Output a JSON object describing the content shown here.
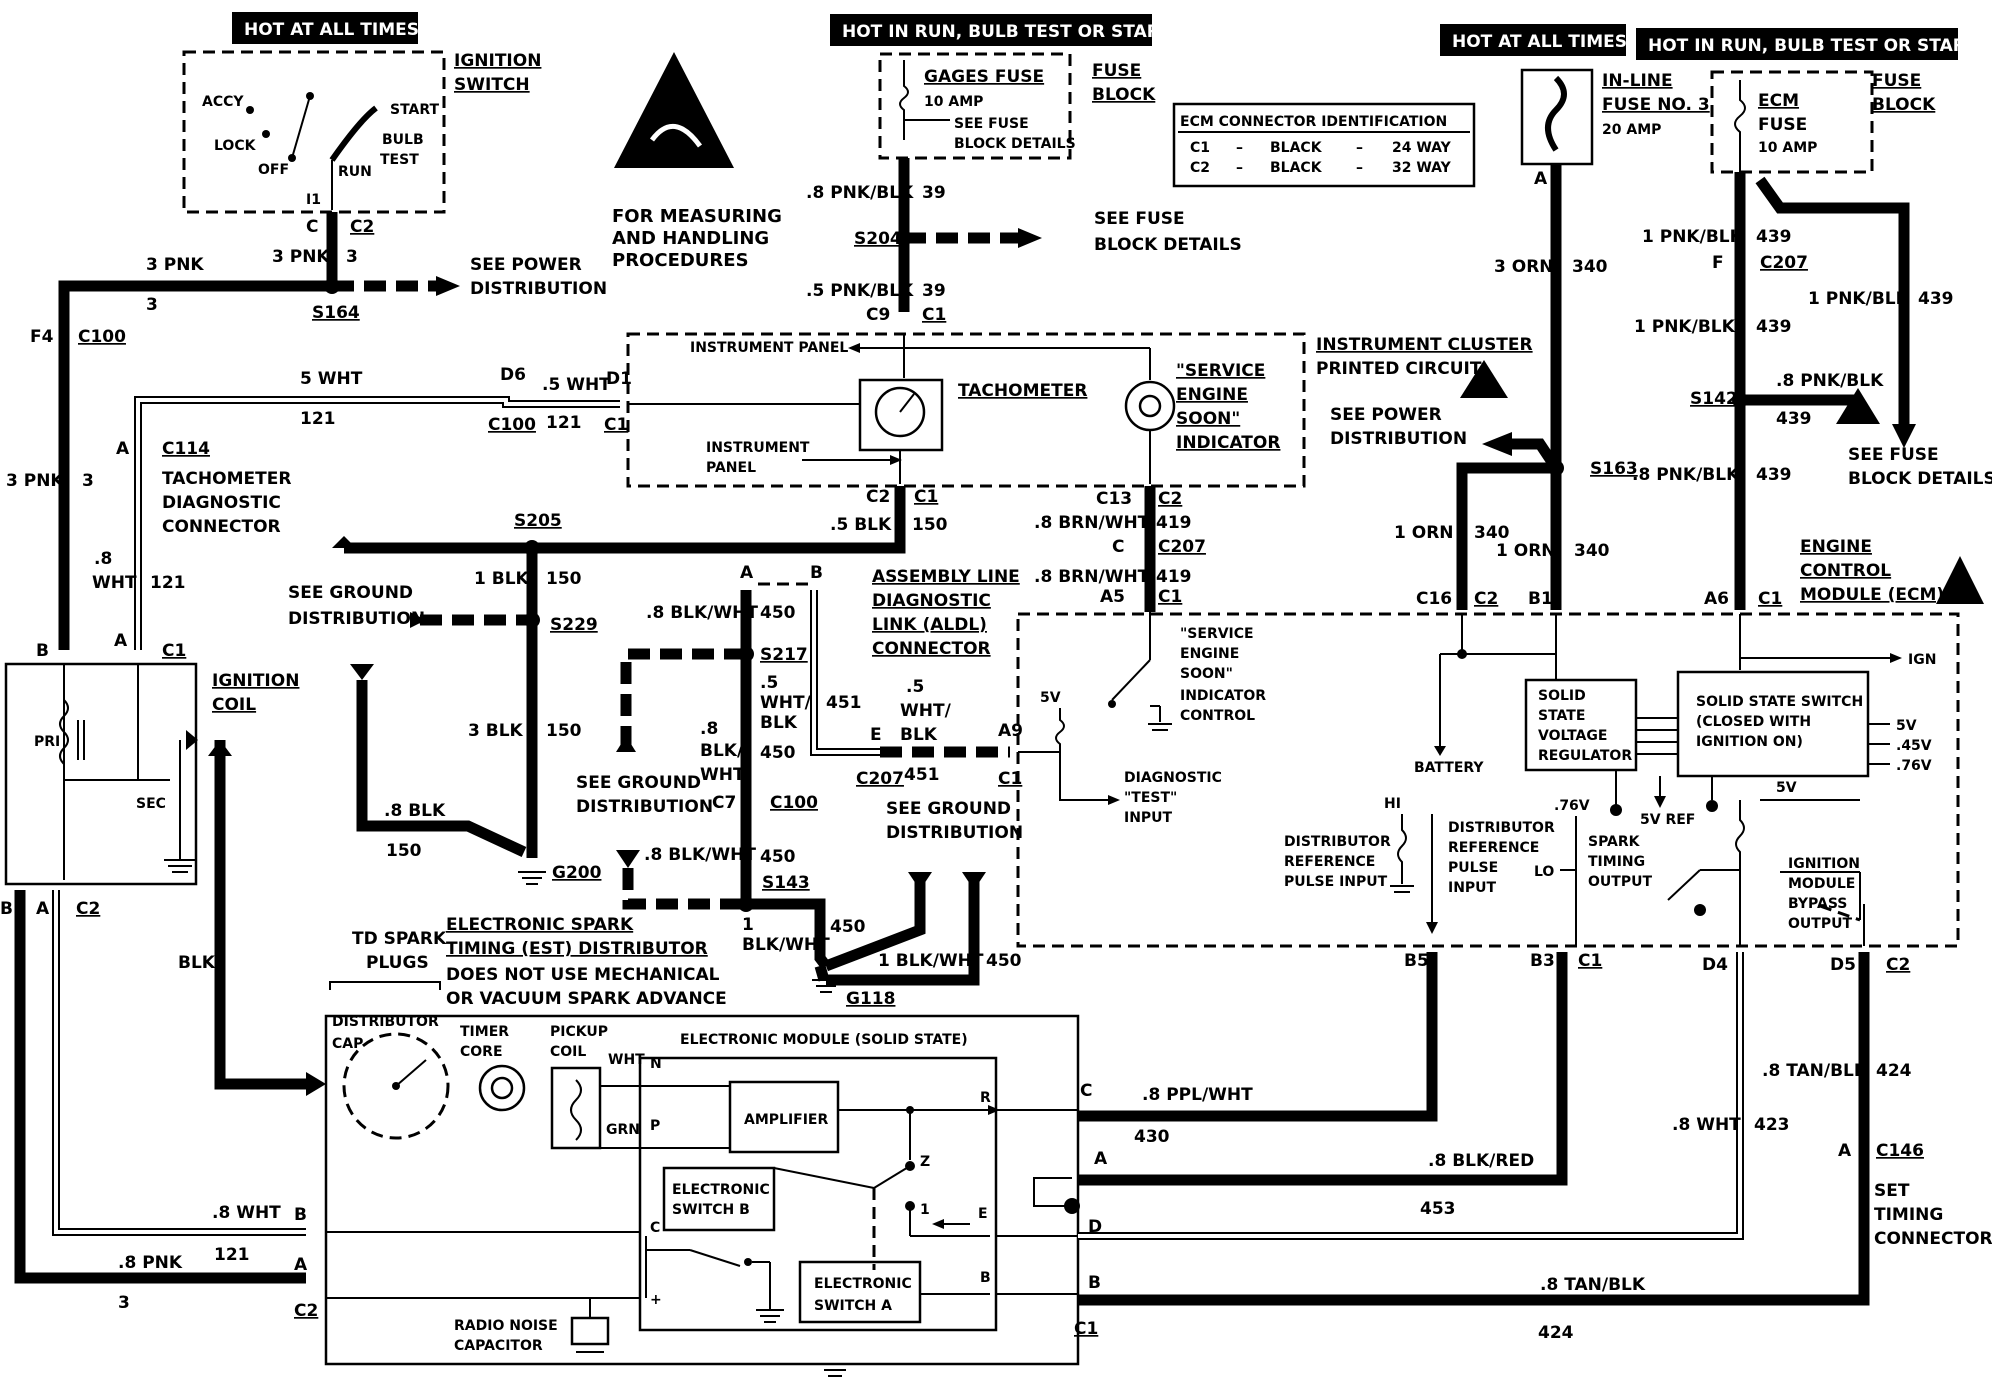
{
  "headers": {
    "hot_all_times_1": "HOT AT ALL TIMES",
    "hot_run_1": "HOT IN RUN, BULB TEST OR START",
    "hot_all_times_2": "HOT AT ALL TIMES",
    "hot_run_2": "HOT IN RUN, BULB TEST OR START"
  },
  "ignition_switch": {
    "title1": "IGNITION",
    "title2": "SWITCH",
    "accy": "ACCY",
    "lock": "LOCK",
    "off": "OFF",
    "run": "RUN",
    "start": "START",
    "bulb": "BULB",
    "test": "TEST",
    "terminal": "I1"
  },
  "esd_note": [
    "FOR MEASURING",
    "AND HANDLING",
    "PROCEDURES"
  ],
  "fuse_block_1": {
    "gages_fuse": "GAGES FUSE",
    "amp": "10 AMP",
    "see1": "SEE FUSE",
    "see2": "BLOCK DETAILS",
    "title1": "FUSE",
    "title2": "BLOCK"
  },
  "ecm_id": {
    "title": "ECM CONNECTOR IDENTIFICATION",
    "row1": [
      "C1",
      "–",
      "BLACK",
      "–",
      "24 WAY"
    ],
    "row2": [
      "C2",
      "–",
      "BLACK",
      "–",
      "32 WAY"
    ]
  },
  "inline_fuse": {
    "title1": "IN-LINE",
    "title2": "FUSE NO. 3",
    "amp": "20 AMP",
    "term": "A"
  },
  "fuse_block_2": {
    "ecm": "ECM",
    "fuse": "FUSE",
    "amp": "10 AMP",
    "title1": "FUSE",
    "title2": "BLOCK"
  },
  "power_left": {
    "c_label": "C",
    "c2": "C2",
    "w1": "3 PNK",
    "c3": "3",
    "w2": "3 PNK",
    "c4": "3",
    "s164": "S164",
    "see1": "SEE POWER",
    "see2": "DISTRIBUTION",
    "f4": "F4",
    "c100": "C100",
    "w3": "3 PNK",
    "c5": "3"
  },
  "tach_wire": {
    "w1": "5 WHT",
    "c1": "121",
    "d6": "D6",
    "c100": "C100",
    "w2": ".5 WHT",
    "c2": "121",
    "d1": "D1",
    "c1t": "C1",
    "a": "A",
    "c114": "C114",
    "tdc1": "TACHOMETER",
    "tdc2": "DIAGNOSTIC",
    "tdc3": "CONNECTOR",
    "w3": ".8",
    "w3b": "WHT",
    "c3": "121"
  },
  "gages_wire": {
    "w1": ".8 PNK/BLK",
    "c1": "39",
    "s204": "S204",
    "see1": "SEE FUSE",
    "see2": "BLOCK DETAILS",
    "w2": ".5 PNK/BLK",
    "c2": "39",
    "c9": "C9",
    "c1t": "C1"
  },
  "cluster": {
    "instrument_panel1": "INSTRUMENT PANEL",
    "instrument_panel2": "INSTRUMENT",
    "instrument_panel3": "PANEL",
    "tachometer": "TACHOMETER",
    "ses1": "\"SERVICE",
    "ses2": "ENGINE",
    "ses3": "SOON\"",
    "ses4": "INDICATOR",
    "ipc1": "INSTRUMENT CLUSTER",
    "ipc2": "PRINTED CIRCUIT",
    "c2": "C2",
    "c1": "C1",
    "c13": "C13",
    "c2b": "C2"
  },
  "ground_wires": {
    "w150a": ".5 BLK",
    "c150a": "150",
    "s205": "S205",
    "see_gd1": "SEE GROUND",
    "see_gd2": "DISTRIBUTION",
    "w150b": "1 BLK",
    "c150b": "150",
    "s229": "S229",
    "w150c": "3 BLK",
    "c150c": "150",
    "w150d": ".8 BLK",
    "c150d": "150",
    "g200": "G200"
  },
  "aldl": {
    "a": "A",
    "b": "B",
    "title1": "ASSEMBLY LINE",
    "title2": "DIAGNOSTIC",
    "title3": "LINK (ALDL)",
    "title4": "CONNECTOR",
    "w450a": ".8 BLK/WHT",
    "c450a": "450",
    "s217": "S217",
    "w451": ".5",
    "w451b": "WHT/",
    "w451c": "BLK",
    "c451": "451",
    "w450b": ".8",
    "w450b2": "BLK/",
    "w450b3": "WHT",
    "c450b": "450",
    "see_gd1": "SEE GROUND",
    "see_gd2": "DISTRIBUTION",
    "c7": "C7",
    "c100": "C100",
    "w450c": ".8 BLK/WHT",
    "c450c": "450",
    "s143": "S143",
    "w450d": "1",
    "w450d2": "BLK/WHT",
    "c450d": "450",
    "w450e": "1 BLK/WHT",
    "c450e": "450",
    "g118": "G118",
    "e": "E",
    "c207": "C207",
    "w451d": ".5",
    "w451e": "WHT/",
    "w451f": "BLK",
    "c451b": "451",
    "a9": "A9",
    "c1": "C1",
    "see_gd3": "SEE GROUND",
    "see_gd4": "DISTRIBUTION"
  },
  "ses_wire": {
    "w1": ".8 BRN/WHT",
    "c1": "419",
    "c": "C",
    "c207": "C207",
    "w2": ".8 BRN/WHT",
    "c2": "419",
    "a5": "A5",
    "c1t": "C1"
  },
  "ecm": {
    "title1": "ENGINE",
    "title2": "CONTROL",
    "title3": "MODULE (ECM)",
    "c16": "C16",
    "c2": "C2",
    "b1": "B1",
    "a6": "A6",
    "c1": "C1",
    "ign": "IGN",
    "battery": "BATTERY",
    "ssvr1": "SOLID",
    "ssvr2": "STATE",
    "ssvr3": "VOLTAGE",
    "ssvr4": "REGULATOR",
    "sss1": "SOLID STATE SWITCH",
    "sss2": "(CLOSED WITH",
    "sss3": "IGNITION ON)",
    "v5": "5V",
    "v45": ".45V",
    "v76": ".76V",
    "ref5": "5V REF",
    "v5b": "5V",
    "ses1": "\"SERVICE",
    "ses2": "ENGINE",
    "ses3": "SOON\"",
    "ses4": "INDICATOR",
    "ses5": "CONTROL",
    "v5c": "5V",
    "diag1": "DIAGNOSTIC",
    "diag2": "\"TEST\"",
    "diag3": "INPUT",
    "hi": "HI",
    "drpi1": "DISTRIBUTOR",
    "drpi2": "REFERENCE",
    "drpi3": "PULSE INPUT",
    "drp1": "DISTRIBUTOR",
    "drp2": "REFERENCE",
    "drp3": "PULSE",
    "drp4": "INPUT",
    "v76b": ".76V",
    "lo": "LO",
    "sto1": "SPARK",
    "sto2": "TIMING",
    "sto3": "OUTPUT",
    "imb1": "IGNITION",
    "imb2": "MODULE",
    "imb3": "BYPASS",
    "imb4": "OUTPUT",
    "b5": "B5",
    "b3": "B3",
    "c1b": "C1",
    "d4": "D4",
    "d5": "D5",
    "c2b": "C2"
  },
  "right_power": {
    "w340a": "3 ORN",
    "c340a": "340",
    "see1": "SEE POWER",
    "see2": "DISTRIBUTION",
    "s163": "S163",
    "w340b": "1 ORN",
    "c340b": "340",
    "w340c": "1 ORN",
    "c340c": "340",
    "w439a": "1 PNK/BLK",
    "c439a": "439",
    "f": "F",
    "c207": "C207",
    "w439b": "1 PNK/BLK",
    "c439b": "439",
    "w439c": "1 PNK/BLK",
    "c439c": "439",
    "s142": "S142",
    "w439d": ".8 PNK/BLK",
    "c439d": "439",
    "see3": "SEE FUSE",
    "see4": "BLOCK DETAILS",
    "w439e": ".8 PNK/BLK",
    "c439e": "439"
  },
  "coil": {
    "b": "B",
    "a": "A",
    "c1": "C1",
    "title1": "IGNITION",
    "title2": "COIL",
    "pri": "PRI",
    "sec": "SEC",
    "b2": "B",
    "a2": "A",
    "c2": "C2",
    "blk": "BLK"
  },
  "distributor": {
    "td1": "TD SPARK",
    "td2": "PLUGS",
    "est1": "ELECTRONIC SPARK",
    "est2": "TIMING (EST) DISTRIBUTOR",
    "est3": "DOES NOT USE MECHANICAL",
    "est4": "OR VACUUM SPARK ADVANCE",
    "cap1": "DISTRIBUTOR",
    "cap2": "CAP",
    "timer1": "TIMER",
    "timer2": "CORE",
    "pickup1": "PICKUP",
    "pickup2": "COIL",
    "wht": "WHT",
    "grn": "GRN",
    "em": "ELECTRONIC MODULE (SOLID STATE)",
    "amplifier": "AMPLIFIER",
    "n": "N",
    "p": "P",
    "r": "R",
    "z": "Z",
    "one": "1",
    "e": "E",
    "c": "C",
    "plus": "+",
    "b": "B",
    "esb1": "ELECTRONIC",
    "esb2": "SWITCH B",
    "esa1": "ELECTRONIC",
    "esa2": "SWITCH A",
    "rnc1": "RADIO NOISE",
    "rnc2": "CAPACITOR",
    "w121": ".8 WHT",
    "c121": "121",
    "bterm": "B",
    "w3": ".8 PNK",
    "c3": "3",
    "aterm": "A",
    "c2": "C2"
  },
  "est_wires": {
    "cterm": "C",
    "w430": ".8 PPL/WHT",
    "c430": "430",
    "aterm": "A",
    "w453": ".8 BLK/RED",
    "c453": "453",
    "dterm": "D",
    "bterm": "B",
    "w424": ".8 TAN/BLK",
    "c424": "424",
    "c1": "C1",
    "w423": ".8 WHT",
    "c423": "423",
    "w424b": ".8 TAN/BLK",
    "c424b": "424",
    "a": "A",
    "c146": "C146",
    "stc1": "SET",
    "stc2": "TIMING",
    "stc3": "CONNECTOR"
  }
}
